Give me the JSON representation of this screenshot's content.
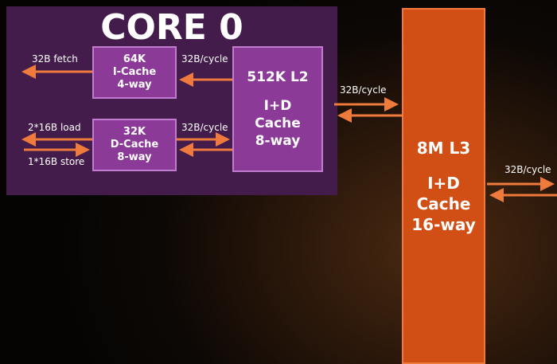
{
  "core": {
    "title": "CORE 0"
  },
  "icache": {
    "line1": "64K",
    "line2": "I-Cache",
    "line3": "4-way"
  },
  "dcache": {
    "line1": "32K",
    "line2": "D-Cache",
    "line3": "8-way"
  },
  "l2": {
    "line1": "512K L2",
    "line2": "I+D",
    "line3": "Cache",
    "line4": "8-way"
  },
  "l3": {
    "line1": "8M L3",
    "line2": "I+D",
    "line3": "Cache",
    "line4": "16-way"
  },
  "labels": {
    "fetch": "32B fetch",
    "icache_l2": "32B/cycle",
    "load": "2*16B load",
    "store": "1*16B store",
    "dcache_l2": "32B/cycle",
    "l2_l3": "32B/cycle",
    "l3_out": "32B/cycle"
  },
  "colors": {
    "core_bg": "#431c4b",
    "box_fill": "#8c3a98",
    "l3_fill": "#d14e14",
    "arrow": "#ee7a3c"
  }
}
